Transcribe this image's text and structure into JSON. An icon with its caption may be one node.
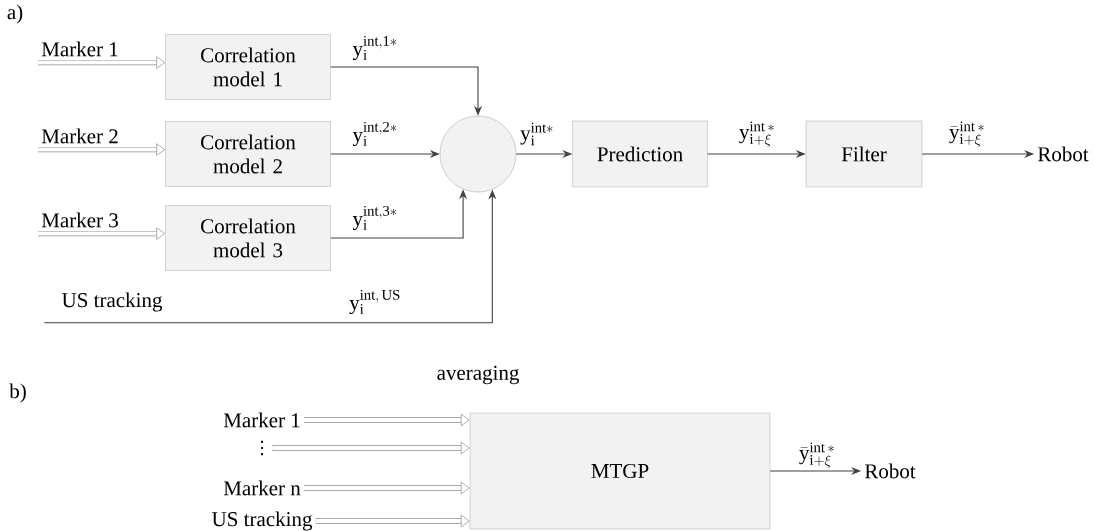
{
  "diagram": {
    "nodes": [
      {
        "text": [
          "Marker 1"
        ]
      },
      {
        "text": [
          "Correlation model 1"
        ]
      },
      {
        "text": [
          "Marker 2"
        ]
      },
      {
        "text": [
          "Correlation model 2"
        ]
      },
      {
        "text": [
          "Marker 3"
        ]
      },
      {
        "text": [
          "Correlation model 3"
        ]
      },
      {
        "text": [
          "US tracking"
        ]
      },
      {
        "text": [],
        "shape": "circle"
      },
      {
        "text": [
          "Prediction"
        ]
      },
      {
        "text": [
          "Filter"
        ]
      },
      {
        "text": [
          "Robot"
        ]
      },
      {
        "text": [
          "Marker 1"
        ]
      },
      {
        "text": [
          "⋮"
        ]
      },
      {
        "text": [
          "Marker n"
        ]
      },
      {
        "text": [
          "US tracking"
        ]
      },
      {
        "text": [
          "MTGP"
        ]
      },
      {
        "text": [
          "Robot"
        ]
      }
    ],
    "edges": [
      {
        "from": 0,
        "to": 1,
        "arrow": "to",
        "style": "thick"
      },
      {
        "from": 2,
        "to": 3,
        "arrow": "to",
        "style": "thick"
      },
      {
        "from": 4,
        "to": 5,
        "arrow": "to",
        "style": "thick"
      },
      {
        "from": 1,
        "to": 7,
        "arrow": "to",
        "label": "\\mathrm{y}_{\\mathrm{i}}^{\\mathrm{int,1*}}"
      },
      {
        "from": 3,
        "to": 7,
        "arrow": "to",
        "label": "\\mathrm{y}_{\\mathrm{i}}^{\\mathrm{int,2*}}"
      },
      {
        "from": 5,
        "to": 7,
        "arrow": "to",
        "label": "\\mathrm{y}_{\\mathrm{i}}^{\\mathrm{int,3*}}"
      },
      {
        "from": 6,
        "to": 7,
        "arrow": "to",
        "label": "\\mathrm{y}_{\\mathrm{i}}^{\\mathrm{int,\\,US}}"
      },
      {
        "from": 7,
        "to": 8,
        "arrow": "to",
        "label": "\\mathrm{y}_{\\mathrm{i}}^{\\mathrm{int*}}"
      },
      {
        "from": 8,
        "to": 9,
        "arrow": "to",
        "label": "\\mathrm{y}_{\\mathrm{i}+\\xi}^{\\mathrm{int}\\,*}"
      },
      {
        "from": 9,
        "to": 10,
        "arrow": "to",
        "label": "\\bar{\\mathrm{y}}_{\\mathrm{i}+\\xi}^{\\mathrm{int}\\,*}"
      },
      {
        "from": 11,
        "to": 15,
        "arrow": "to",
        "style": "thick"
      },
      {
        "from": 12,
        "to": 15,
        "arrow": "to",
        "style": "thick"
      },
      {
        "from": 13,
        "to": 15,
        "arrow": "to",
        "style": "thick"
      },
      {
        "from": 14,
        "to": 15,
        "arrow": "to",
        "style": "thick"
      },
      {
        "from": 15,
        "to": 16,
        "arrow": "to",
        "label": "\\bar{\\mathrm{y}}_{\\mathrm{i}+\\xi}^{\\mathrm{int}\\,*}"
      }
    ],
    "labels": [
      "a)",
      "averaging",
      "b)"
    ]
  }
}
